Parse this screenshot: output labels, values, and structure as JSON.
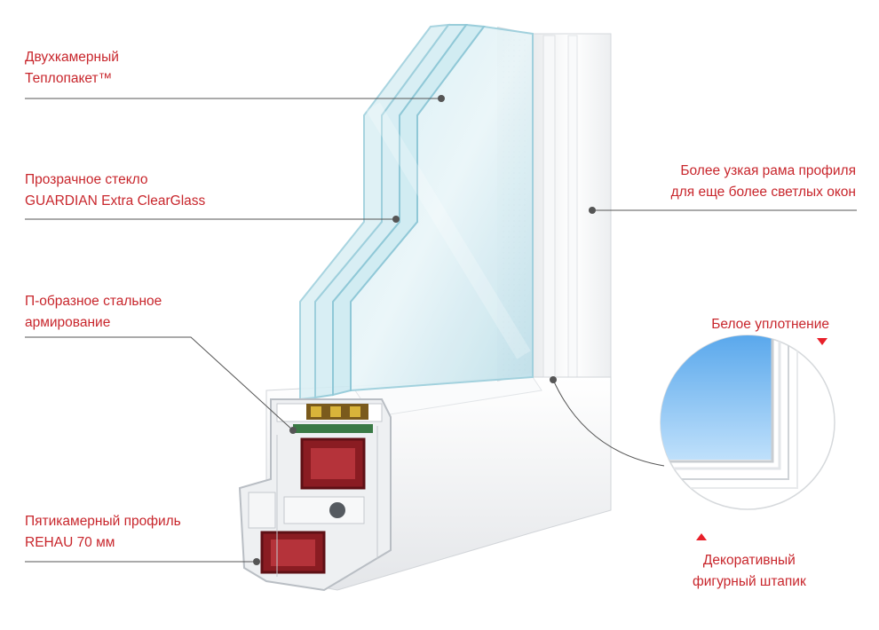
{
  "labels": {
    "glass_unit": {
      "line1": "Двухкамерный",
      "line2": "Теплопакет™"
    },
    "clear_glass": {
      "line1": "Прозрачное стекло",
      "line2": "GUARDIAN Extra ClearGlass"
    },
    "steel": {
      "line1": "П-образное стальное",
      "line2": "армирование"
    },
    "profile": {
      "line1": "Пятикамерный профиль",
      "line2": "REHAU 70 мм"
    },
    "frame": {
      "line1": "Более узкая рама профиля",
      "line2": "для еще более светлых окон"
    },
    "seal": {
      "line1": "Белое уплотнение"
    },
    "bead": {
      "line1": "Декоративный",
      "line2": "фигурный штапик"
    }
  },
  "colors": {
    "label_text": "#c8262c",
    "marker": "#e8202a",
    "leader_line": "#555555",
    "pvc_white": "#f3f4f5",
    "glass_blue": "#bfe3ee",
    "steel_red": "#8a1c22"
  },
  "icons": {
    "seal_marker": "triangle-down-icon",
    "bead_marker": "triangle-up-icon"
  }
}
